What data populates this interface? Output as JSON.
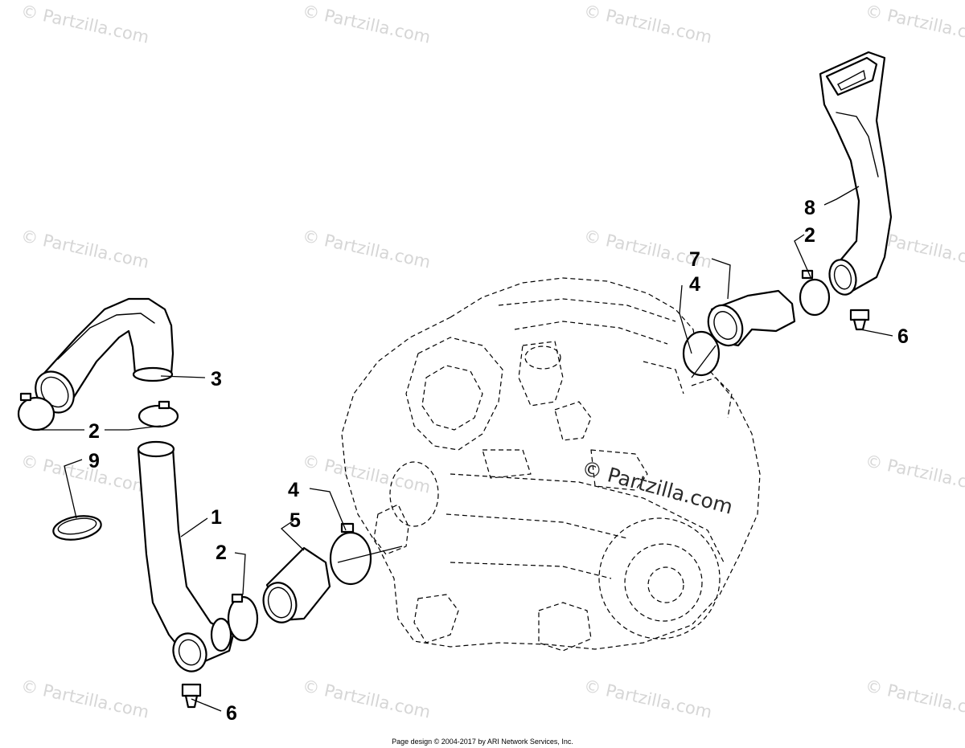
{
  "watermark": "© Partzilla.com",
  "center_watermark": "© Partzilla.com",
  "footer": "Page design © 2004-2017 by ARI Network Services, Inc.",
  "callouts": {
    "c3": "3",
    "c2a": "2",
    "c9": "9",
    "c1": "1",
    "c2b": "2",
    "c6a": "6",
    "c4a": "4",
    "c5": "5",
    "c7": "7",
    "c4b": "4",
    "c8": "8",
    "c2c": "2",
    "c6b": "6"
  }
}
